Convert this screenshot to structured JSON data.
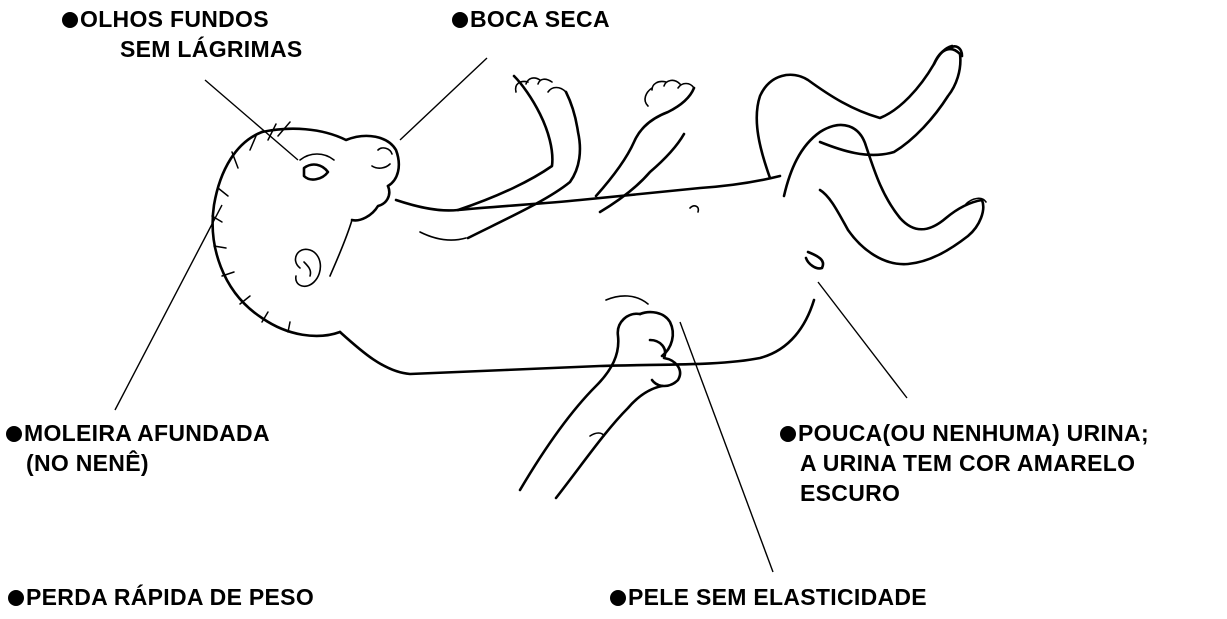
{
  "labels": {
    "eyes_line1": "OLHOS FUNDOS",
    "eyes_line2": "SEM LÁGRIMAS",
    "mouth": "BOCA SECA",
    "fontanelle_line1": "MOLEIRA AFUNDADA",
    "fontanelle_line2": "(NO NENÊ)",
    "urine_line1": "POUCA(OU NENHUMA) URINA;",
    "urine_line2": "A URINA TEM COR AMARELO",
    "urine_line3": "ESCURO",
    "weight": "PERDA RÁPIDA DE PESO",
    "skin": "PELE SEM ELASTICIDADE"
  },
  "colors": {
    "ink": "#000000",
    "background": "#ffffff"
  }
}
